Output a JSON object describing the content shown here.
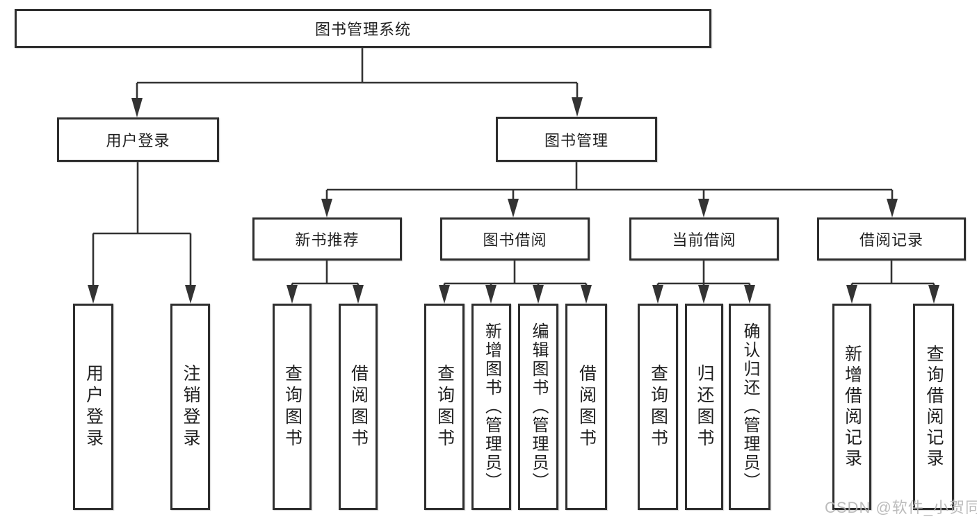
{
  "diagram_type": "hierarchy-tree",
  "tree": {
    "label": "图书管理系统",
    "children": [
      {
        "label": "用户登录",
        "children": [
          {
            "label": "用户登录"
          },
          {
            "label": "注销登录"
          }
        ]
      },
      {
        "label": "图书管理",
        "children": [
          {
            "label": "新书推荐",
            "children": [
              {
                "label": "查询图书"
              },
              {
                "label": "借阅图书"
              }
            ]
          },
          {
            "label": "图书借阅",
            "children": [
              {
                "label": "查询图书"
              },
              {
                "label": "新增图书（管理员）"
              },
              {
                "label": "编辑图书（管理员）"
              },
              {
                "label": "借阅图书"
              }
            ]
          },
          {
            "label": "当前借阅",
            "children": [
              {
                "label": "查询图书"
              },
              {
                "label": "归还图书"
              },
              {
                "label": "确认归还（管理员）"
              }
            ]
          },
          {
            "label": "借阅记录",
            "children": [
              {
                "label": "新增借阅记录"
              },
              {
                "label": "查询借阅记录"
              }
            ]
          }
        ]
      }
    ]
  },
  "watermark": {
    "text": "CSDN @软件_小贺同学"
  },
  "colors": {
    "line": "#333333",
    "box_border": "#2e2e2e",
    "text": "#1f1f1f",
    "background": "#ffffff",
    "watermark": "#b5b5b5"
  }
}
